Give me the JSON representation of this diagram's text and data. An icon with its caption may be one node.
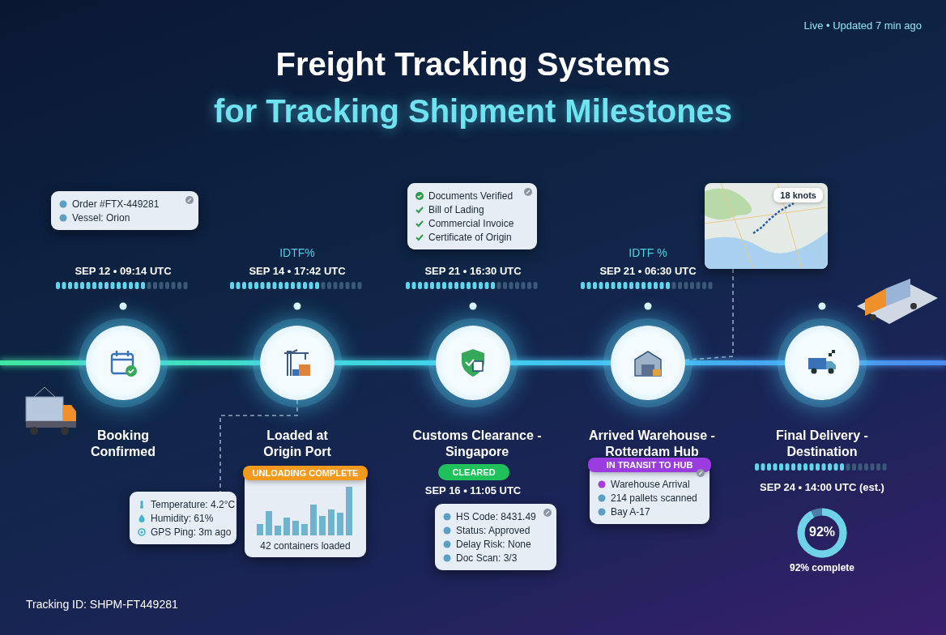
{
  "diagram": {
    "title": "Freight Tracking Systems for Tracking Shipment Milestones",
    "nodes": [
      {
        "text": [
          "Order #FTX-449281",
          "Vessel: Orion"
        ]
      },
      {
        "text": [
          "Documents Verified",
          "Bill of Lading",
          "Commercial Invoice",
          "Certificate of Origin"
        ]
      },
      {
        "text": [
          "18 knots"
        ]
      },
      {
        "text": [
          "Booking Confirmed"
        ],
        "beside": [
          "SEP 12 • 09:14 UTC"
        ]
      },
      {
        "text": [
          "Loaded at Origin Port"
        ],
        "beside": [
          "SEP 14 • 17:42 UTC"
        ]
      },
      {
        "text": [
          "Customs Clearance - Singapore"
        ],
        "beside": [
          "SEP 21 • 16:30 UTC"
        ]
      },
      {
        "text": [
          "Arrived Warehouse - Rotterdam Hub"
        ],
        "beside": [
          "SEP 21 • 06:30 UTC"
        ]
      },
      {
        "text": [
          "Final Delivery - Destination"
        ],
        "beside": [
          "SEP 24 • 14:00 UTC (est.)"
        ]
      },
      {
        "text": [
          "Temperature: 4.2°C",
          "Humidity: 61%",
          "GPS Ping: 3m ago"
        ]
      },
      {
        "text": [
          "UNLOADING COMPLETE",
          "42 containers loaded"
        ]
      },
      {
        "text": [
          "CLEARED"
        ]
      },
      {
        "text": [
          "HS Code: 8431.49",
          "Status: Approved",
          "Delay Risk: None",
          "Doc Scan: 3/3"
        ]
      },
      {
        "text": [
          "IN TRANSIT TO HUB",
          "Warehouse Arrival",
          "214 pallets scanned",
          "Bay A-17"
        ]
      },
      {
        "text": [
          "92%"
        ],
        "beside": [
          "92% complete"
        ]
      }
    ],
    "edges": [
      {
        "from": null,
        "to": 3,
        "arrow": "none",
        "style": "thick"
      },
      {
        "from": 3,
        "to": 4,
        "arrow": "none",
        "style": "thick"
      },
      {
        "from": 4,
        "to": 5,
        "arrow": "none",
        "style": "thick"
      },
      {
        "from": 5,
        "to": 6,
        "arrow": "none",
        "style": "thick"
      },
      {
        "from": 6,
        "to": 7,
        "arrow": "none",
        "style": "thick"
      },
      {
        "from": 7,
        "to": null,
        "arrow": "none",
        "style": "thick"
      },
      {
        "from": 4,
        "to": 8,
        "arrow": "none",
        "style": "dashed",
        "color": "#8fa6c0"
      },
      {
        "from": 2,
        "to": 6,
        "arrow": "none",
        "style": "dashed",
        "color": "#8fa6c0"
      }
    ],
    "labels": [
      "Live • Updated 7 min ago",
      "IDTF%",
      "IDTF %",
      "SEP 16 • 11:05 UTC",
      "Tracking ID: SHPM-FT449281"
    ]
  }
}
